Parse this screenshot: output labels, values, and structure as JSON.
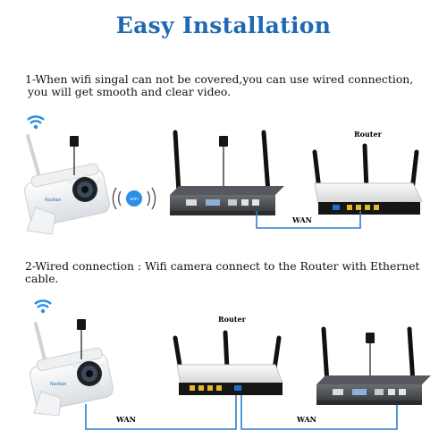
{
  "title": "Easy Installation",
  "section1": {
    "line1": "1-When wifi singal can not be covered,you can use wired connection,",
    "line2": "you will get smooth and clear video.",
    "router_label": "Router",
    "wan_label": "WAN",
    "wifi_badge": "WIFI"
  },
  "section2": {
    "line1": "2-Wired connection : Wifi camera connect to the Router with Ethernet",
    "line2": "cable.",
    "router_label": "Router",
    "wan_label_left": "WAN",
    "wan_label_right": "WAN"
  },
  "camera_brand": "Nucktan",
  "colors": {
    "title": "#1f69b3",
    "cable": "#2b7fd0",
    "wifi_icon": "#2a8ee8",
    "nvr_body": "#3a3a3a",
    "router_body": "#f2f2f2"
  }
}
